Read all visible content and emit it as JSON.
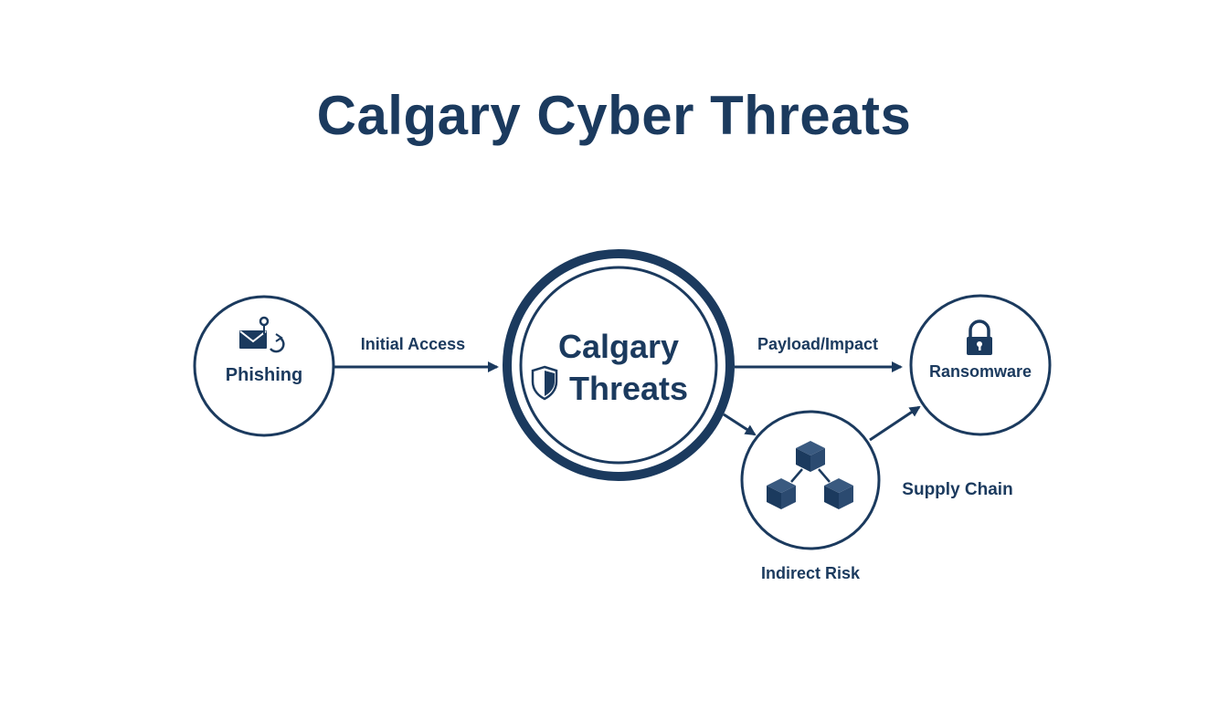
{
  "title": "Calgary Cyber Threats",
  "colors": {
    "primary": "#1b3a5e",
    "background": "#ffffff"
  },
  "nodes": {
    "phishing": {
      "label": "Phishing",
      "icon": "envelope-hook-icon"
    },
    "center": {
      "label_line1": "Calgary",
      "label_line2": "Threats",
      "icon": "shield-icon"
    },
    "ransomware": {
      "label": "Ransomware",
      "icon": "padlock-icon"
    },
    "supply": {
      "label": "Indirect Risk",
      "icon": "cubes-network-icon"
    }
  },
  "edges": {
    "initial_access": "Initial Access",
    "payload_impact": "Payload/Impact",
    "supply_chain": "Supply Chain"
  }
}
